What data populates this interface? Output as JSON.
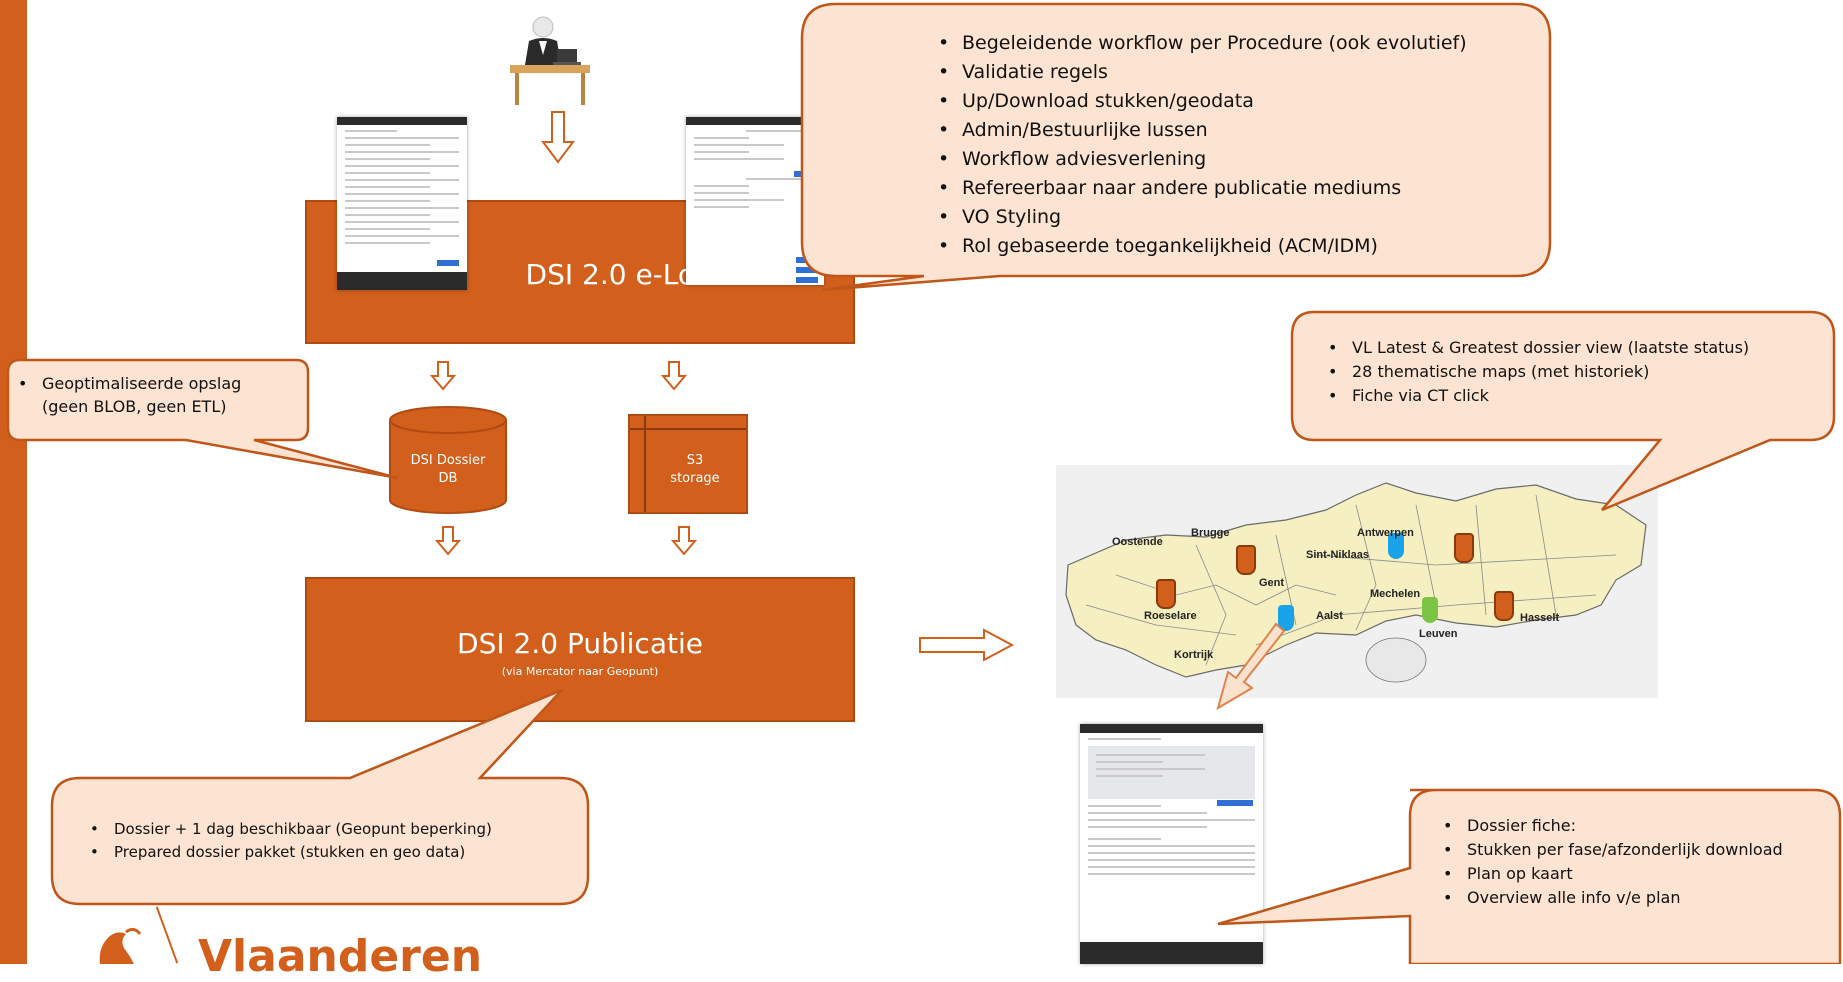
{
  "colors": {
    "accent": "#d35f1c",
    "callout_fill": "#fde3d2",
    "callout_stroke": "#c0561a",
    "map_fill": "#f5efc2",
    "pin_orange": "#d35f1c",
    "pin_blue": "#1aa3e8",
    "pin_green": "#7cc444"
  },
  "eloket": {
    "title": "DSI 2.0 e-Loket"
  },
  "publicatie": {
    "title": "DSI 2.0 Publicatie",
    "subtitle": "(via Mercator naar Geopunt)"
  },
  "dossier_db": {
    "label": "DSI Dossier DB"
  },
  "s3": {
    "label": "S3 storage"
  },
  "callout_eloket": {
    "items": [
      "Begeleidende workflow per Procedure (ook evolutief)",
      "Validatie regels",
      "Up/Download stukken/geodata",
      "Admin/Bestuurlijke lussen",
      "Workflow adviesverlening",
      "Refereerbaar naar andere publicatie mediums",
      "VO Styling",
      "Rol gebaseerde toegankelijkheid (ACM/IDM)"
    ]
  },
  "callout_storage": {
    "items": [
      "Geoptimaliseerde opslag (geen BLOB, geen ETL)"
    ]
  },
  "callout_publicatie": {
    "items": [
      "Dossier + 1 dag beschikbaar (Geopunt beperking)",
      "Prepared dossier pakket (stukken en geo data)"
    ]
  },
  "callout_map": {
    "items": [
      "VL Latest & Greatest dossier view (laatste status)",
      "28 thematische maps (met historiek)",
      "Fiche via CT click"
    ]
  },
  "callout_fiche": {
    "items": [
      "Dossier fiche:",
      "Stukken per fase/afzonderlijk download",
      "Plan op kaart",
      "Overview alle info v/e plan"
    ]
  },
  "map": {
    "cities": [
      "Oostende",
      "Brugge",
      "Gent",
      "Sint-Niklaas",
      "Antwerpen",
      "Roeselare",
      "Kortrijk",
      "Aalst",
      "Mechelen",
      "Leuven",
      "Hasselt"
    ]
  },
  "logo": {
    "text": "Vlaanderen"
  }
}
